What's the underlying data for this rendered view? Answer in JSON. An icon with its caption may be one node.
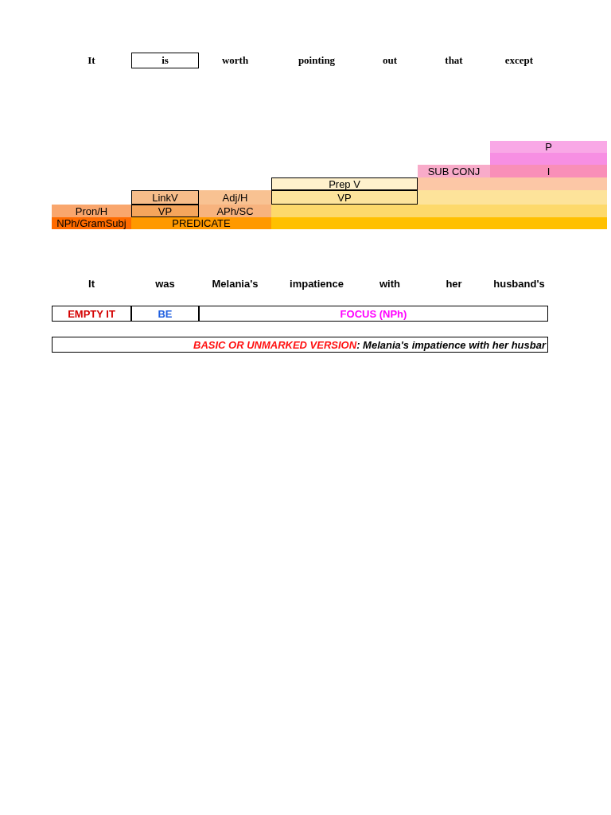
{
  "diagram": {
    "nodes": [
      {
        "text": [],
        "shape": "bar"
      },
      {
        "text": [],
        "shape": "bar"
      },
      {
        "text": [],
        "shape": "bar"
      },
      {
        "text": [],
        "shape": "bar"
      },
      {
        "text": [],
        "shape": "bar"
      }
    ],
    "labels": [
      "It",
      "is",
      "worth",
      "pointing",
      "out",
      "that",
      "except",
      "P",
      "SUB CONJ",
      "I",
      "Prep V",
      "LinkV",
      "Adj/H",
      "VP",
      "Pron/H",
      "VP",
      "APh/SC",
      "NPh/GramSubj",
      "PREDICATE",
      "It",
      "was",
      "Melania's",
      "impatience",
      "with",
      "her",
      "husband's",
      "EMPTY IT",
      "BE",
      "FOCUS (NPh)",
      "BASIC OR UNMARKED VERSION",
      ": Melania's impatience with her husbar"
    ]
  }
}
